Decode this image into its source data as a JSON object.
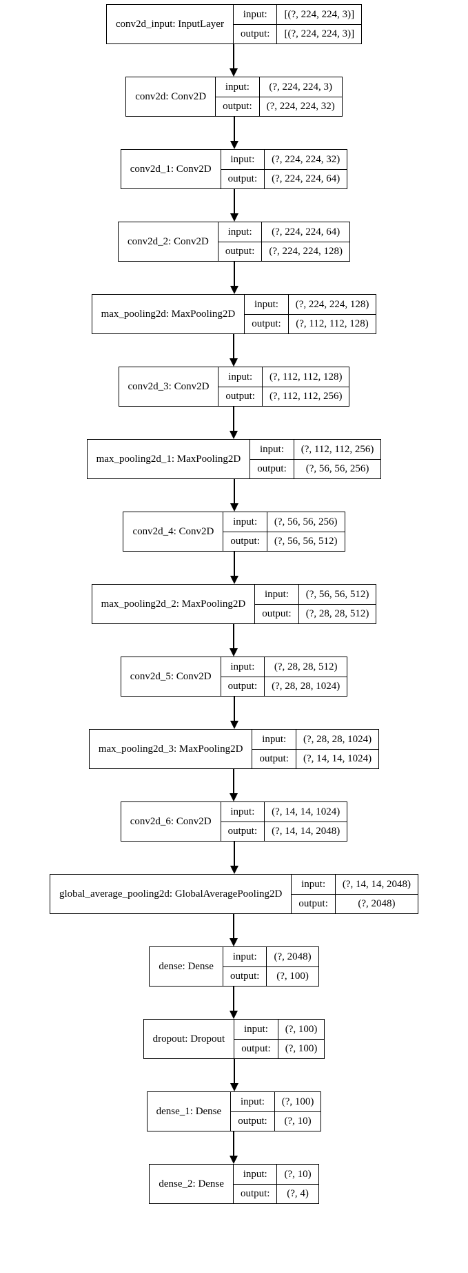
{
  "diagram": {
    "title": "keras-model-architecture",
    "colors": {
      "border": "#000000",
      "background": "#ffffff",
      "text": "#000000",
      "arrow": "#000000"
    },
    "io_labels": {
      "input": "input:",
      "output": "output:"
    },
    "layers": [
      {
        "label": "conv2d_input: InputLayer",
        "input": "[(?, 224, 224, 3)]",
        "output": "[(?, 224, 224, 3)]"
      },
      {
        "label": "conv2d: Conv2D",
        "input": "(?, 224, 224, 3)",
        "output": "(?, 224, 224, 32)"
      },
      {
        "label": "conv2d_1: Conv2D",
        "input": "(?, 224, 224, 32)",
        "output": "(?, 224, 224, 64)"
      },
      {
        "label": "conv2d_2: Conv2D",
        "input": "(?, 224, 224, 64)",
        "output": "(?, 224, 224, 128)"
      },
      {
        "label": "max_pooling2d: MaxPooling2D",
        "input": "(?, 224, 224, 128)",
        "output": "(?, 112, 112, 128)"
      },
      {
        "label": "conv2d_3: Conv2D",
        "input": "(?, 112, 112, 128)",
        "output": "(?, 112, 112, 256)"
      },
      {
        "label": "max_pooling2d_1: MaxPooling2D",
        "input": "(?, 112, 112, 256)",
        "output": "(?, 56, 56, 256)"
      },
      {
        "label": "conv2d_4: Conv2D",
        "input": "(?, 56, 56, 256)",
        "output": "(?, 56, 56, 512)"
      },
      {
        "label": "max_pooling2d_2: MaxPooling2D",
        "input": "(?, 56, 56, 512)",
        "output": "(?, 28, 28, 512)"
      },
      {
        "label": "conv2d_5: Conv2D",
        "input": "(?, 28, 28, 512)",
        "output": "(?, 28, 28, 1024)"
      },
      {
        "label": "max_pooling2d_3: MaxPooling2D",
        "input": "(?, 28, 28, 1024)",
        "output": "(?, 14, 14, 1024)"
      },
      {
        "label": "conv2d_6: Conv2D",
        "input": "(?, 14, 14, 1024)",
        "output": "(?, 14, 14, 2048)"
      },
      {
        "label": "global_average_pooling2d: GlobalAveragePooling2D",
        "input": "(?, 14, 14, 2048)",
        "output": "(?, 2048)"
      },
      {
        "label": "dense: Dense",
        "input": "(?, 2048)",
        "output": "(?, 100)"
      },
      {
        "label": "dropout: Dropout",
        "input": "(?, 100)",
        "output": "(?, 100)"
      },
      {
        "label": "dense_1: Dense",
        "input": "(?, 100)",
        "output": "(?, 10)"
      },
      {
        "label": "dense_2: Dense",
        "input": "(?, 10)",
        "output": "(?, 4)"
      }
    ]
  }
}
